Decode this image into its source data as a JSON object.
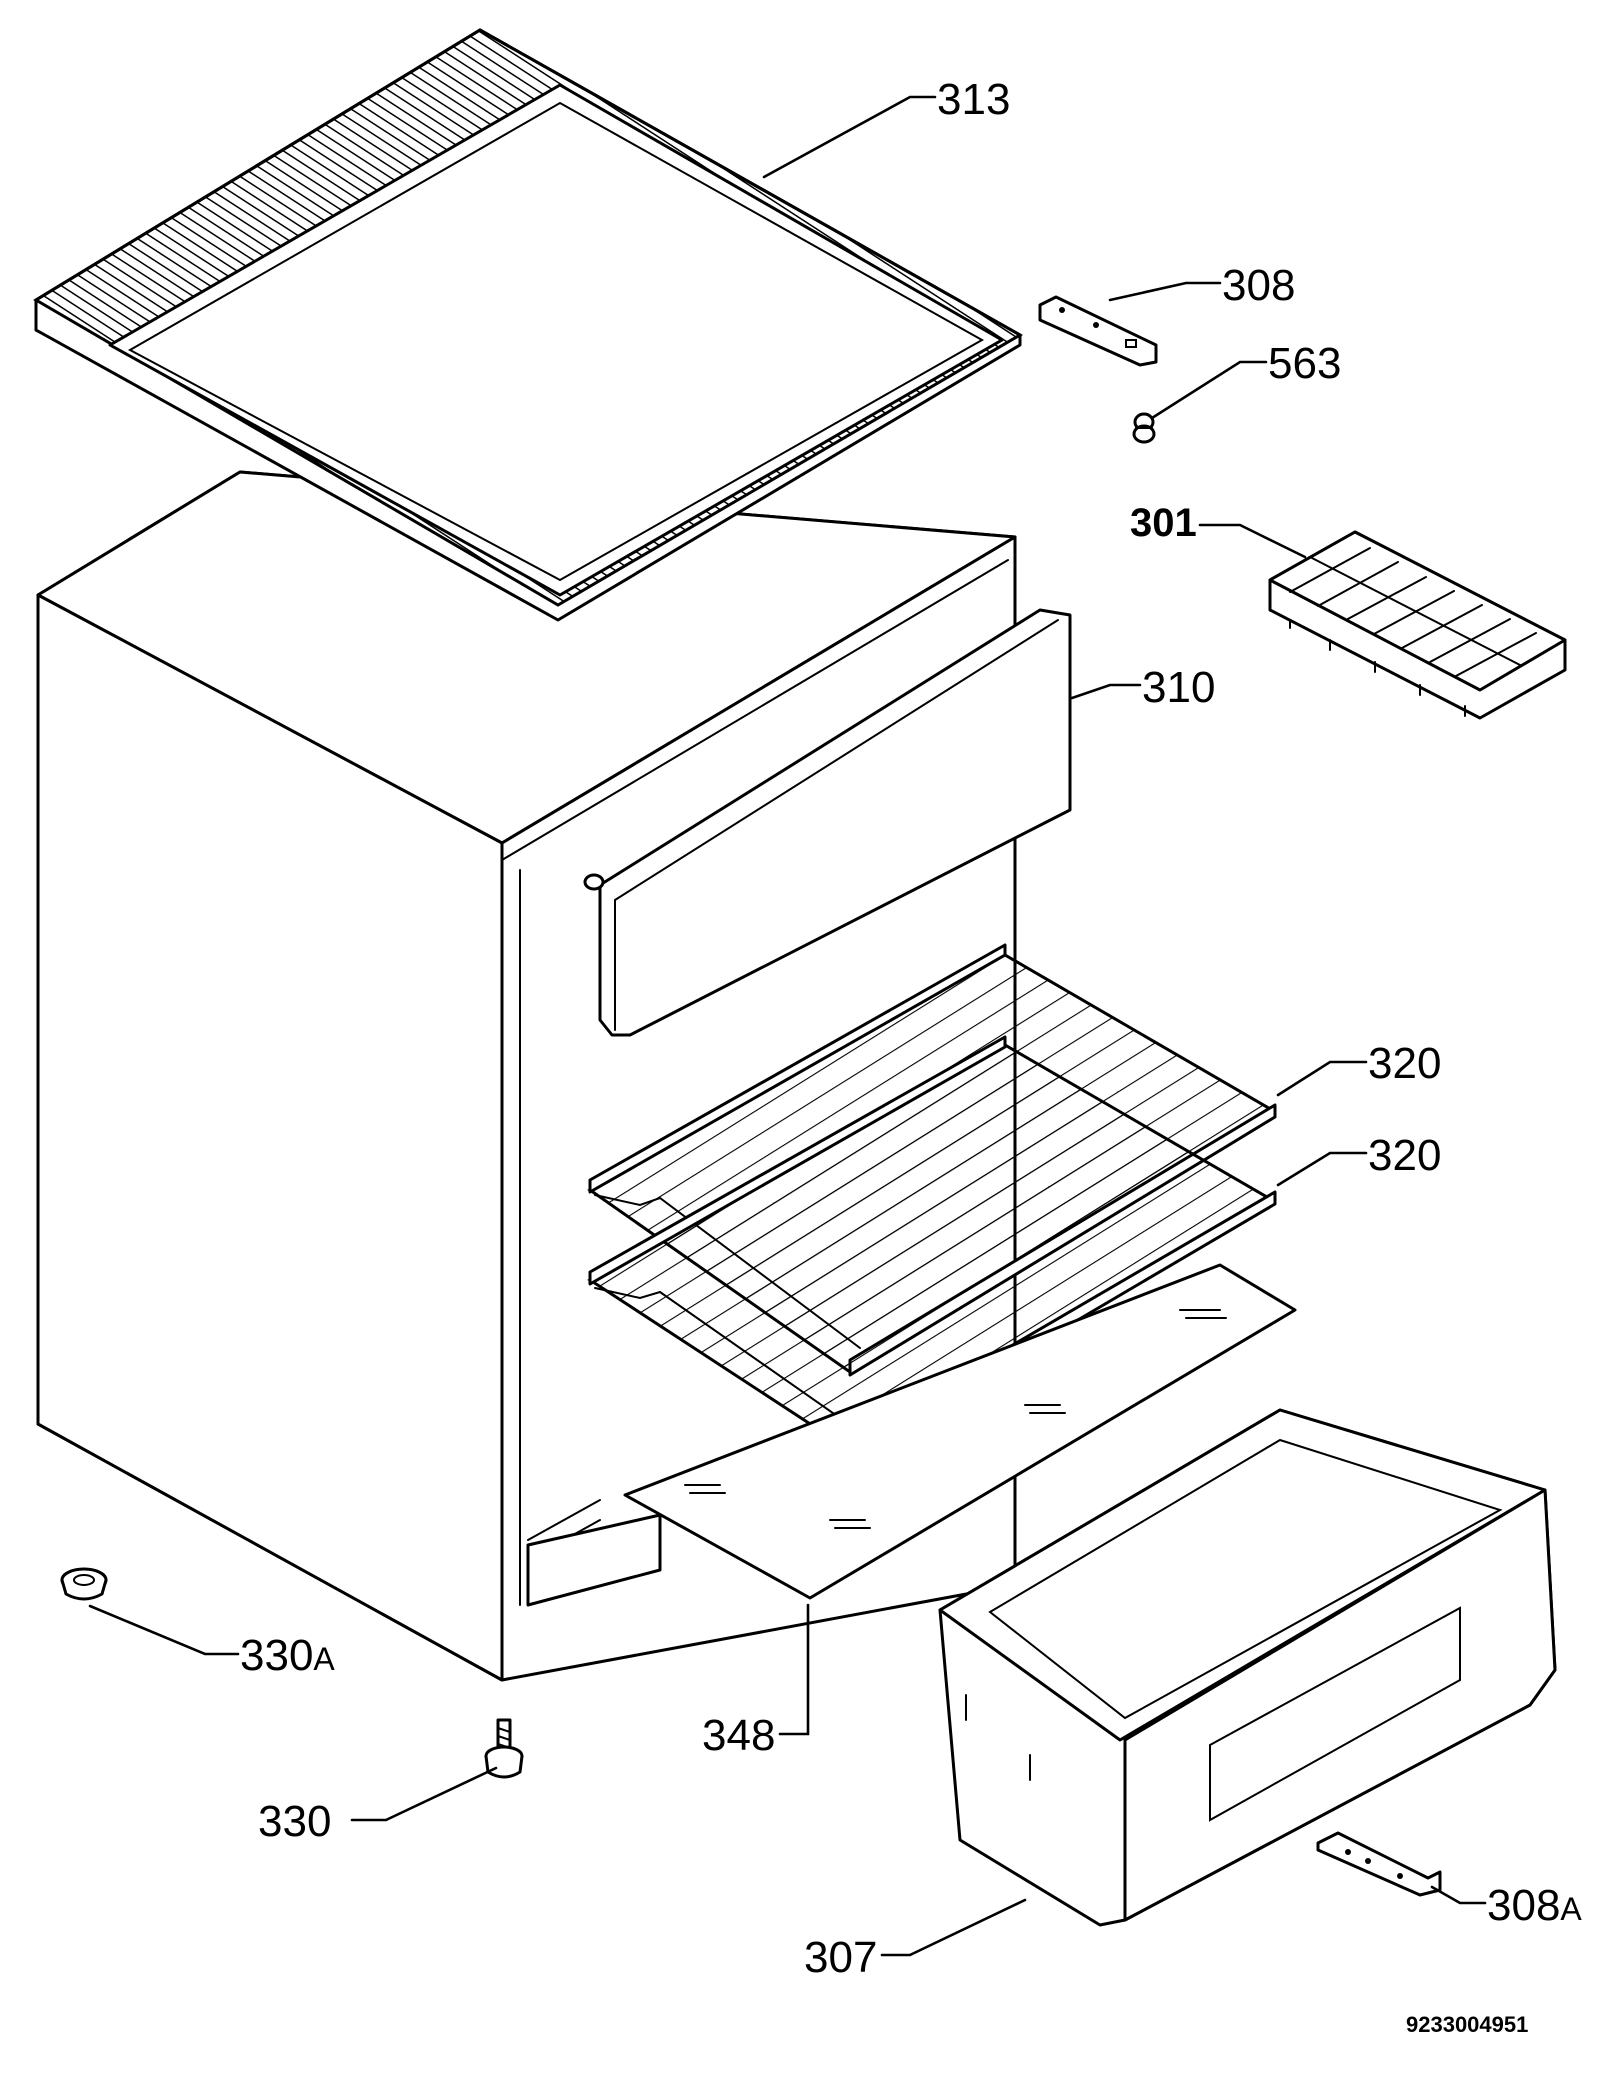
{
  "diagram": {
    "document_number": "9233004951",
    "parts": [
      {
        "key": "worktop",
        "number": "313"
      },
      {
        "key": "hinge_top",
        "number": "308"
      },
      {
        "key": "hinge_pin",
        "number": "563"
      },
      {
        "key": "ice_tray",
        "number": "301"
      },
      {
        "key": "evaporator_flap",
        "number": "310"
      },
      {
        "key": "shelf_upper",
        "number": "320"
      },
      {
        "key": "shelf_lower",
        "number": "320"
      },
      {
        "key": "foot_cap",
        "number": "330",
        "suffix": "A"
      },
      {
        "key": "glass_shelf",
        "number": "348"
      },
      {
        "key": "adjustable_foot",
        "number": "330"
      },
      {
        "key": "crisper_drawer",
        "number": "307"
      },
      {
        "key": "hinge_bottom",
        "number": "308",
        "suffix": "A"
      }
    ]
  }
}
